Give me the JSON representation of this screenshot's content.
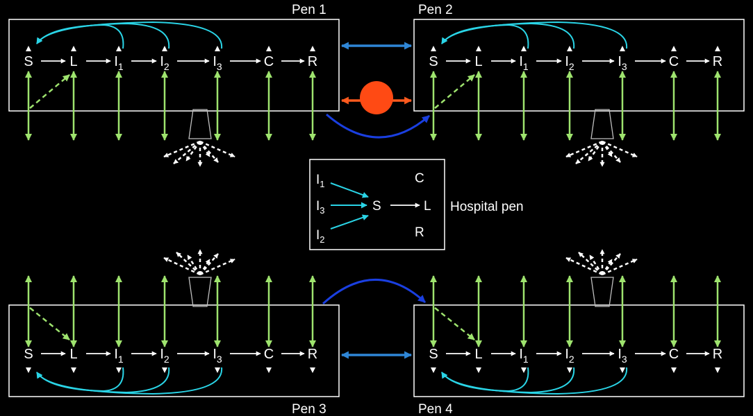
{
  "pens": [
    {
      "label": "Pen 1"
    },
    {
      "label": "Pen 2"
    },
    {
      "label": "Pen 3"
    },
    {
      "label": "Pen 4"
    }
  ],
  "states": [
    {
      "base": "S",
      "sub": ""
    },
    {
      "base": "L",
      "sub": ""
    },
    {
      "base": "I",
      "sub": "1"
    },
    {
      "base": "I",
      "sub": "2"
    },
    {
      "base": "I",
      "sub": "3"
    },
    {
      "base": "C",
      "sub": ""
    },
    {
      "base": "R",
      "sub": ""
    }
  ],
  "hospital": {
    "label": "Hospital pen",
    "sources": [
      {
        "base": "I",
        "sub": "1"
      },
      {
        "base": "I",
        "sub": "3"
      },
      {
        "base": "I",
        "sub": "2"
      }
    ],
    "target": "S",
    "next": "L",
    "others": [
      "C",
      "R"
    ]
  },
  "colors": {
    "background": "#000000",
    "frame": "#ffffff",
    "transition_arrow": "#ffffff",
    "cyan_arrow": "#2ad4e6",
    "green_arrow": "#9ee36e",
    "pen_link": "#2f86d6",
    "dark_blue_arc": "#1a3fe0",
    "vehicle": "#ff4a14",
    "vehicle_arrow": "#ff5a1e",
    "silo": "#bfbfbf"
  }
}
